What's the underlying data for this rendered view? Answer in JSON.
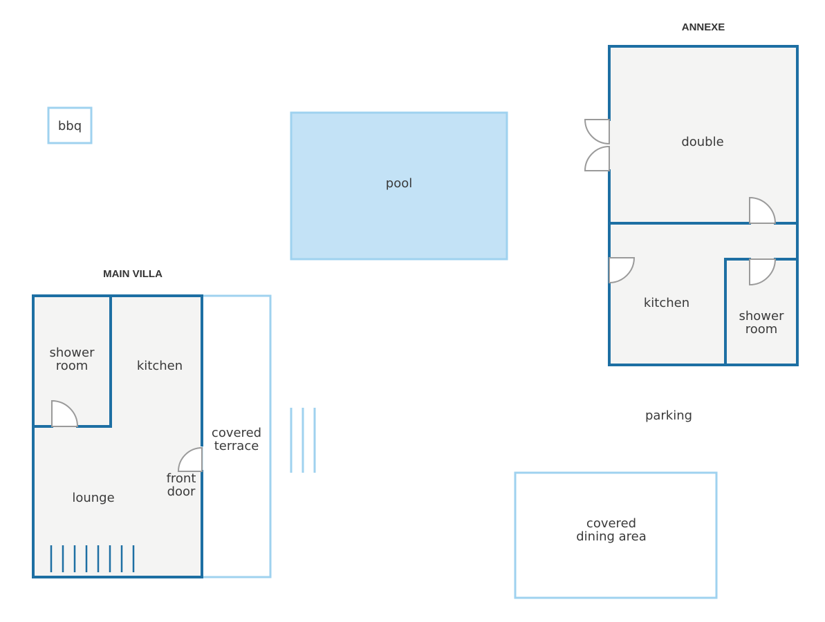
{
  "diagram": {
    "colors": {
      "wall": "#1d6fa3",
      "light_outline": "#9fd2ef",
      "room_fill": "#f4f4f3",
      "pool_fill": "#c3e2f6",
      "door": "#9a9a9a",
      "text": "#3a3a3a"
    },
    "main_villa": {
      "heading": "MAIN VILLA",
      "rooms": {
        "shower_room": "shower\nroom",
        "kitchen": "kitchen",
        "lounge": "lounge",
        "front_door": "front\ndoor",
        "covered_terrace": "covered\nterrace"
      }
    },
    "annexe": {
      "heading": "ANNEXE",
      "rooms": {
        "double": "double",
        "kitchen": "kitchen",
        "shower_room": "shower\nroom"
      }
    },
    "outdoor": {
      "bbq": "bbq",
      "pool": "pool",
      "parking": "parking",
      "covered_dining_area": "covered\ndining area"
    }
  }
}
